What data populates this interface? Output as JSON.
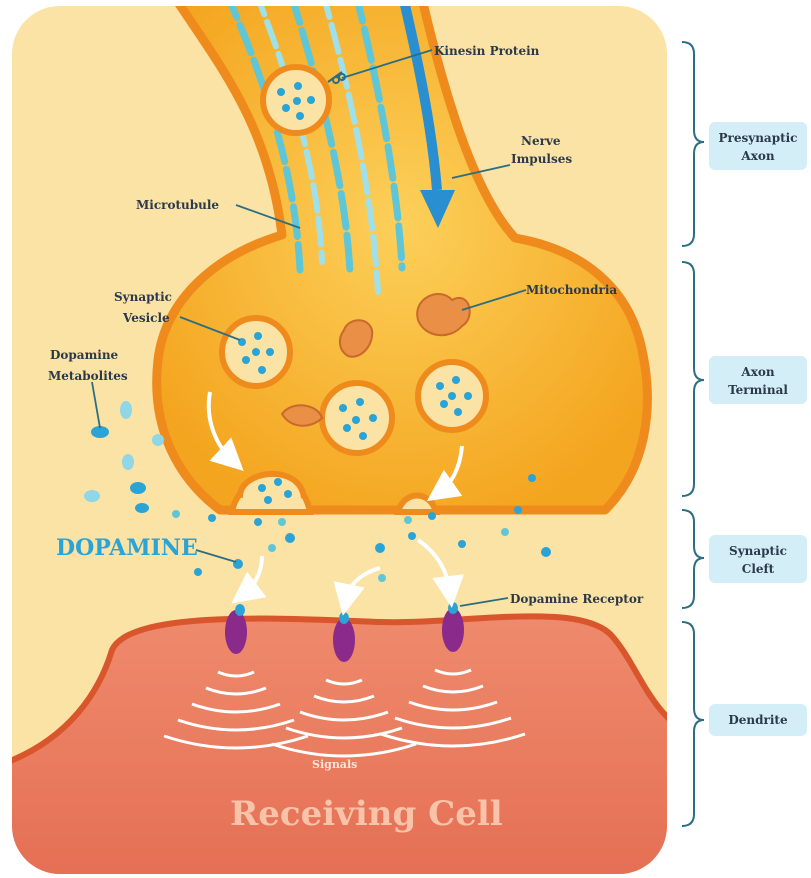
{
  "labels": {
    "kinesin_protein": "Kinesin Protein",
    "nerve_impulses_1": "Nerve",
    "nerve_impulses_2": "Impulses",
    "microtubule": "Microtubule",
    "synaptic_vesicle_1": "Synaptic",
    "synaptic_vesicle_2": "Vesicle",
    "mitochondria": "Mitochondria",
    "dopamine_metabolites_1": "Dopamine",
    "dopamine_metabolites_2": "Metabolites",
    "dopamine": "DOPAMINE",
    "dopamine_receptor": "Dopamine Receptor",
    "signals": "Signals",
    "receiving_cell": "Receiving Cell"
  },
  "regions": [
    {
      "line1": "Presynaptic",
      "line2": "Axon"
    },
    {
      "line1": "Axon",
      "line2": "Terminal"
    },
    {
      "line1": "Synaptic",
      "line2": "Cleft"
    },
    {
      "line1": "Dendrite",
      "line2": ""
    }
  ],
  "colors": {
    "background_panel": "#fbe3a6",
    "neuron_fill": "#f7b731",
    "neuron_outline": "#ef8b1d",
    "microtubule": "#5fc6d8",
    "dopamine_dot": "#2aa3d6",
    "receiving_cell": "#ec7a5f",
    "receptor": "#8a2a8a",
    "region_label_bg": "#d4eef8"
  }
}
